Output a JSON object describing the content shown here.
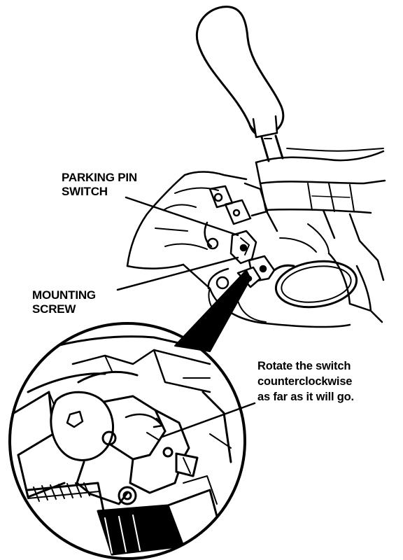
{
  "labels": {
    "parking_pin_switch": [
      "PARKING PIN",
      "SWITCH"
    ],
    "mounting_screw": [
      "MOUNTING",
      "SCREW"
    ],
    "instruction": [
      "Rotate the switch",
      "counterclockwise",
      "as far as it will go."
    ]
  },
  "colors": {
    "ink": "#000000",
    "paper": "#ffffff"
  }
}
